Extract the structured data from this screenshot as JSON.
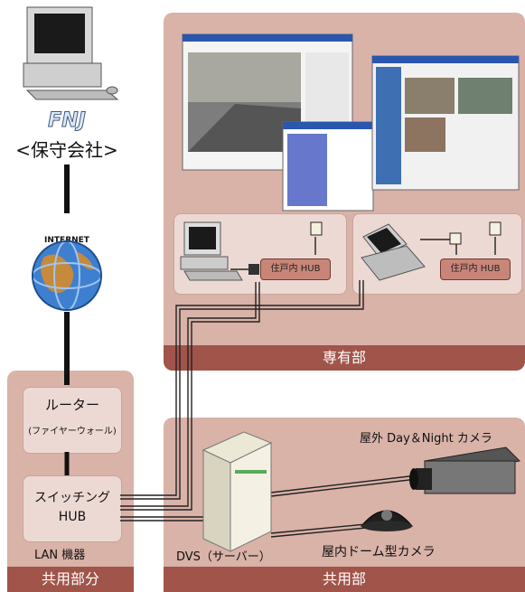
{
  "colors": {
    "panel": "#d9b2a8",
    "bar": "#a0544a",
    "inner": "#edd9d4",
    "hub": "#c98678"
  },
  "maintenance_company": {
    "logo": "FNJ",
    "label": "<保守会社>"
  },
  "internet": {
    "label": "INTERNET"
  },
  "private_area": {
    "title": "専有部",
    "unit_left": {
      "hub_label": "住戸内 HUB"
    },
    "unit_right": {
      "hub_label": "住戸内 HUB"
    }
  },
  "shared_area": {
    "title": "共用部",
    "outdoor_camera": "屋外 Day＆Night カメラ",
    "indoor_camera": "屋内ドーム型カメラ",
    "server": "DVS（サーバー）"
  },
  "lan_area": {
    "router": "ルーター",
    "firewall": "(ファイヤーウォール)",
    "switch_line1": "スイッチング",
    "switch_line2": "HUB",
    "equipment": "LAN 機器",
    "title": "共用部分"
  }
}
